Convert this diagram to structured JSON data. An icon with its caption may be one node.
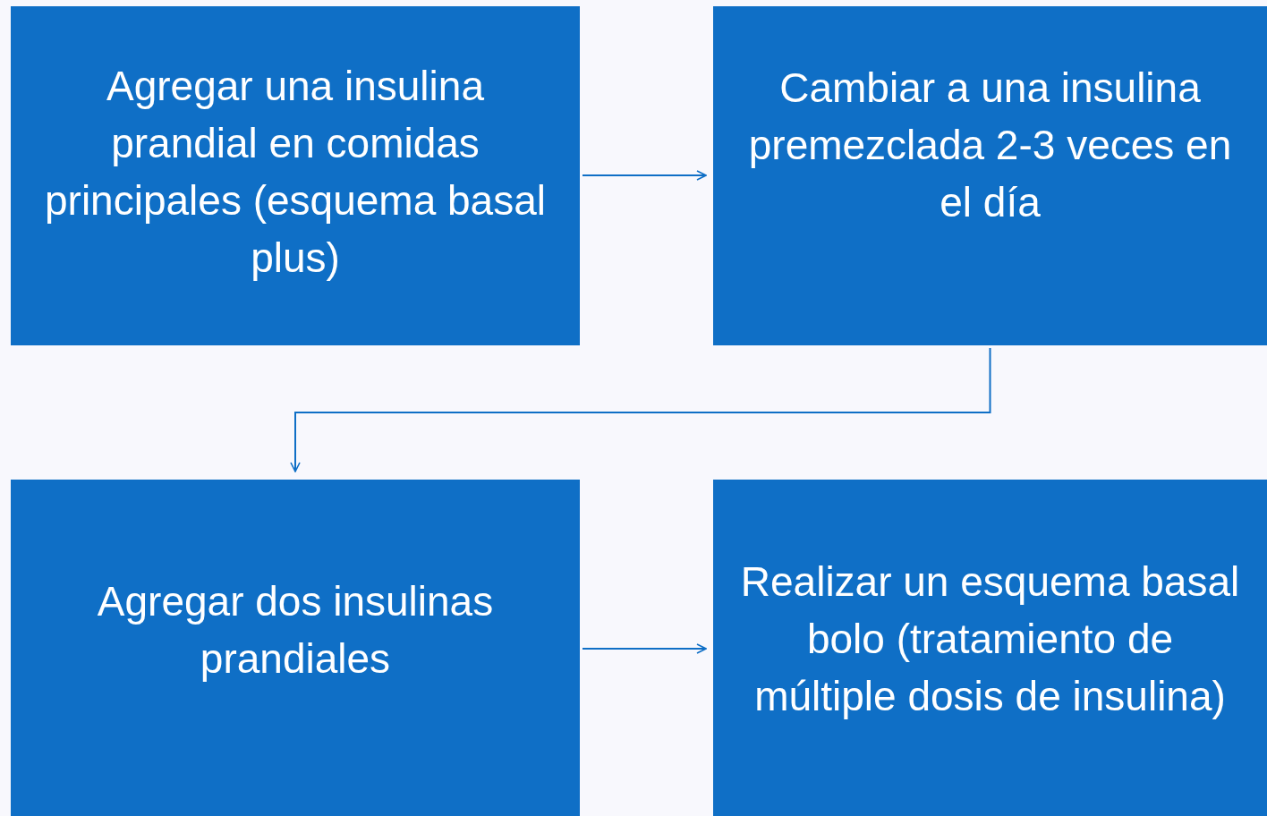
{
  "diagram": {
    "nodes": [
      {
        "text": [
          "Agregar una insulina prandial en comidas principales (esquema basal plus)"
        ]
      },
      {
        "text": [
          "Cambiar a una insulina premezclada 2-3 veces en el día"
        ]
      },
      {
        "text": [
          "Agregar dos insulinas prandiales"
        ]
      },
      {
        "text": [
          "Realizar un esquema basal bolo (tratamiento de múltiple dosis de insulina)"
        ]
      }
    ],
    "edges": [
      {
        "from": 0,
        "to": 1,
        "arrow": "to"
      },
      {
        "from": 1,
        "to": 2,
        "arrow": "to"
      },
      {
        "from": 2,
        "to": 3,
        "arrow": "to"
      }
    ]
  }
}
